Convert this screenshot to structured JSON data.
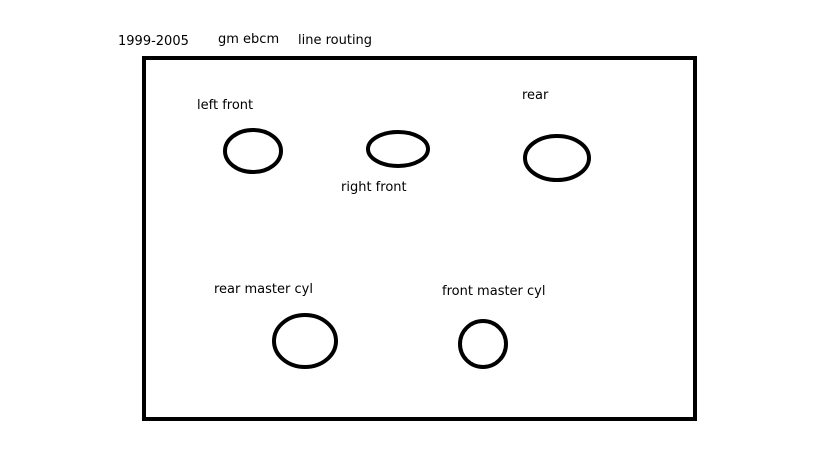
{
  "header": {
    "years": "1999-2005",
    "system": "gm ebcm",
    "subject": "line routing"
  },
  "labels": {
    "left_front": "left front",
    "right_front": "right front",
    "rear": "rear",
    "rear_master_cyl": "rear master cyl",
    "front_master_cyl": "front master cyl"
  }
}
